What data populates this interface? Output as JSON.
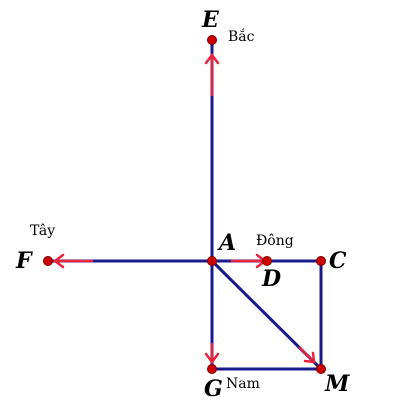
{
  "diagram": {
    "points": {
      "E": "E",
      "F": "F",
      "A": "A",
      "D": "D",
      "C": "C",
      "G": "G",
      "M": "M"
    },
    "directions": {
      "north": "Bắc",
      "east": "Đông",
      "west": "Tây",
      "south": "Nam"
    },
    "colors": {
      "segment": "#1a1a8c",
      "arrow": "#e8243c",
      "point": "#cc0000"
    }
  }
}
